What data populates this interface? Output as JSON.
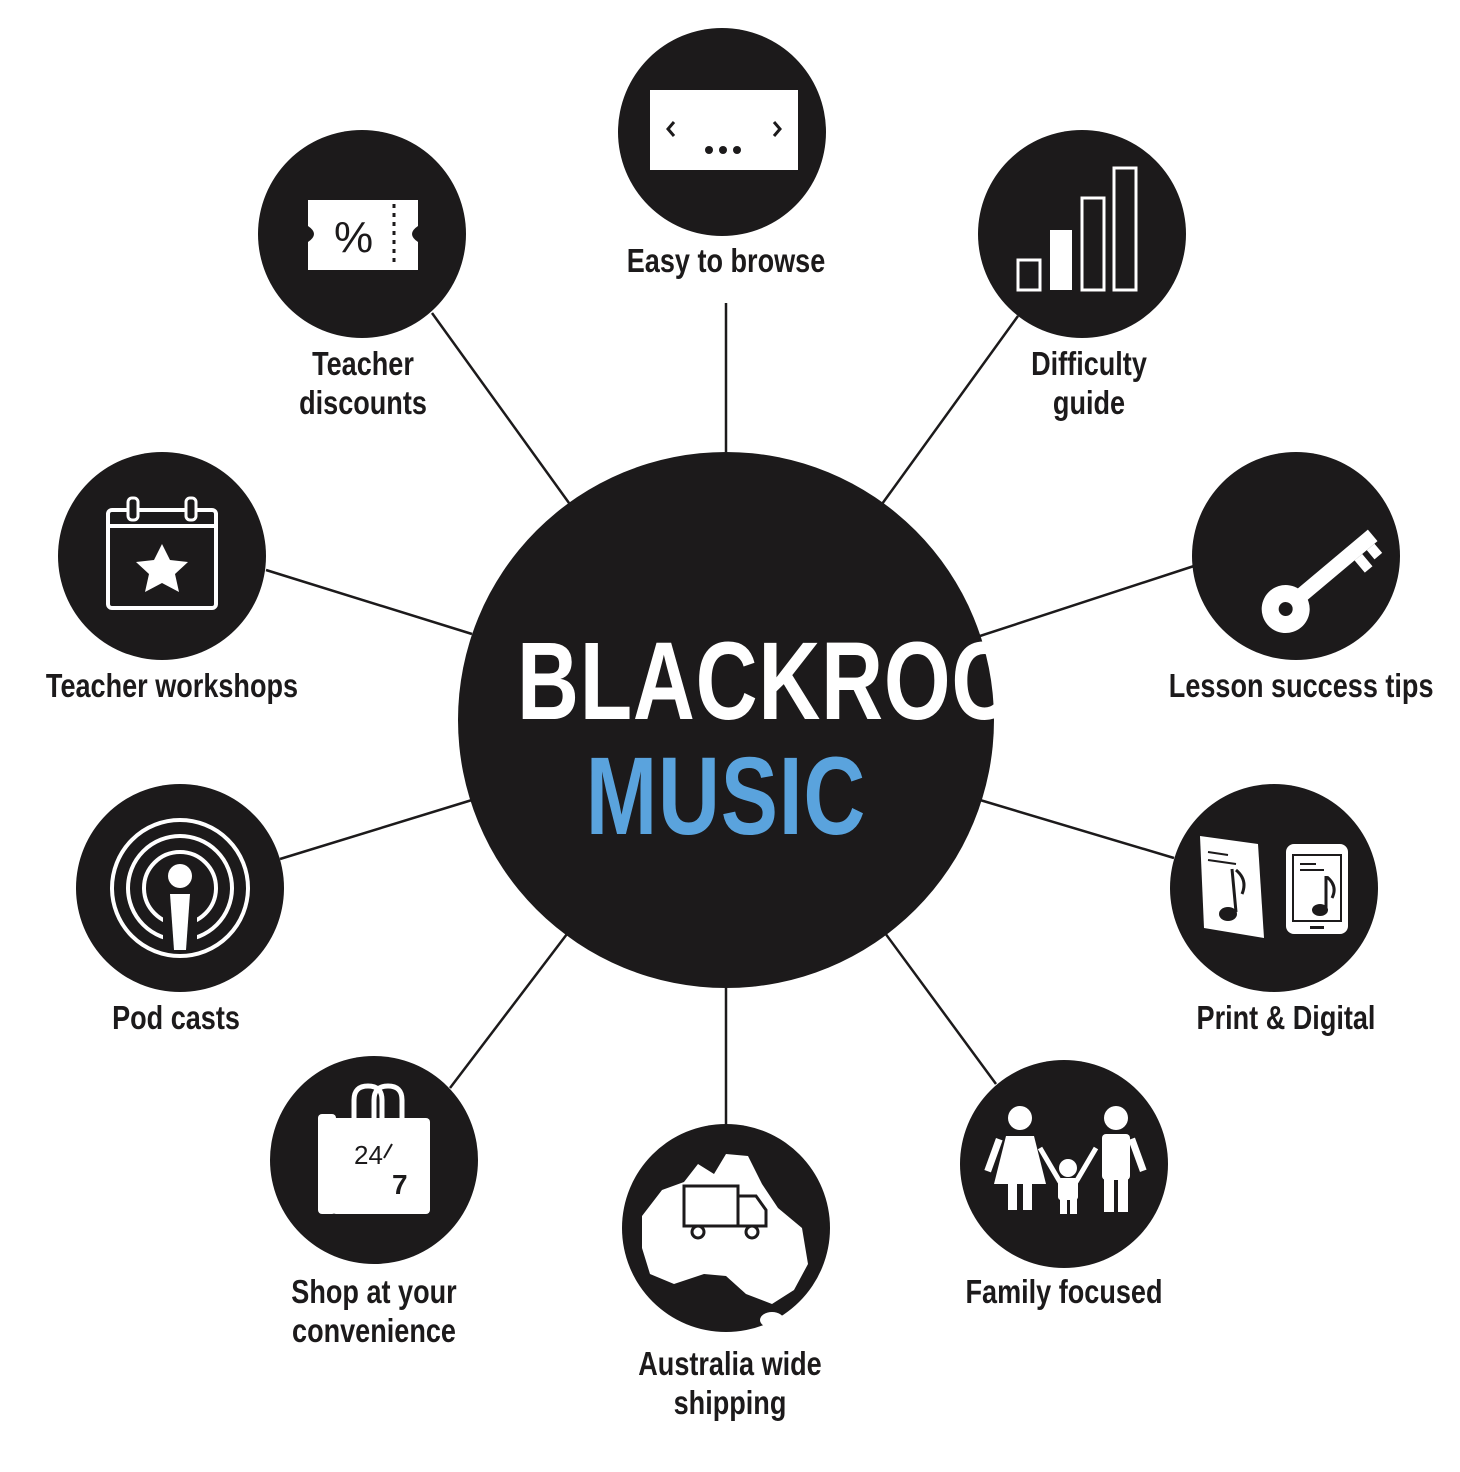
{
  "hub": {
    "line1": "BLACKROCK",
    "line2": "MUSIC",
    "line2_color": "#5aa3dd",
    "fill": "#1c1a1b"
  },
  "features": [
    {
      "id": "easy-to-browse",
      "icon": "browse-window-icon",
      "label1": "Easy to browse",
      "label2": ""
    },
    {
      "id": "difficulty-guide",
      "icon": "bar-chart-icon",
      "label1": "Difficulty",
      "label2": "guide"
    },
    {
      "id": "lesson-success-tips",
      "icon": "key-icon",
      "label1": "Lesson success tips",
      "label2": ""
    },
    {
      "id": "print-digital",
      "icon": "sheet-music-tablet-icon",
      "label1": "Print & Digital",
      "label2": ""
    },
    {
      "id": "family-focused",
      "icon": "family-icon",
      "label1": "Family focused",
      "label2": ""
    },
    {
      "id": "australia-wide-shipping",
      "icon": "australia-truck-icon",
      "label1": "Australia wide",
      "label2": "shipping"
    },
    {
      "id": "shop-convenience",
      "icon": "shopping-bag-24-7-icon",
      "label1": "Shop at your",
      "label2": "convenience",
      "icon_text_a": "24",
      "icon_text_b": "7"
    },
    {
      "id": "pod-casts",
      "icon": "podcast-icon",
      "label1": "Pod casts",
      "label2": ""
    },
    {
      "id": "teacher-workshops",
      "icon": "calendar-star-icon",
      "label1": "Teacher workshops",
      "label2": ""
    },
    {
      "id": "teacher-discounts",
      "icon": "discount-ticket-icon",
      "label1": "Teacher",
      "label2": "discounts",
      "icon_text_a": "%"
    }
  ]
}
